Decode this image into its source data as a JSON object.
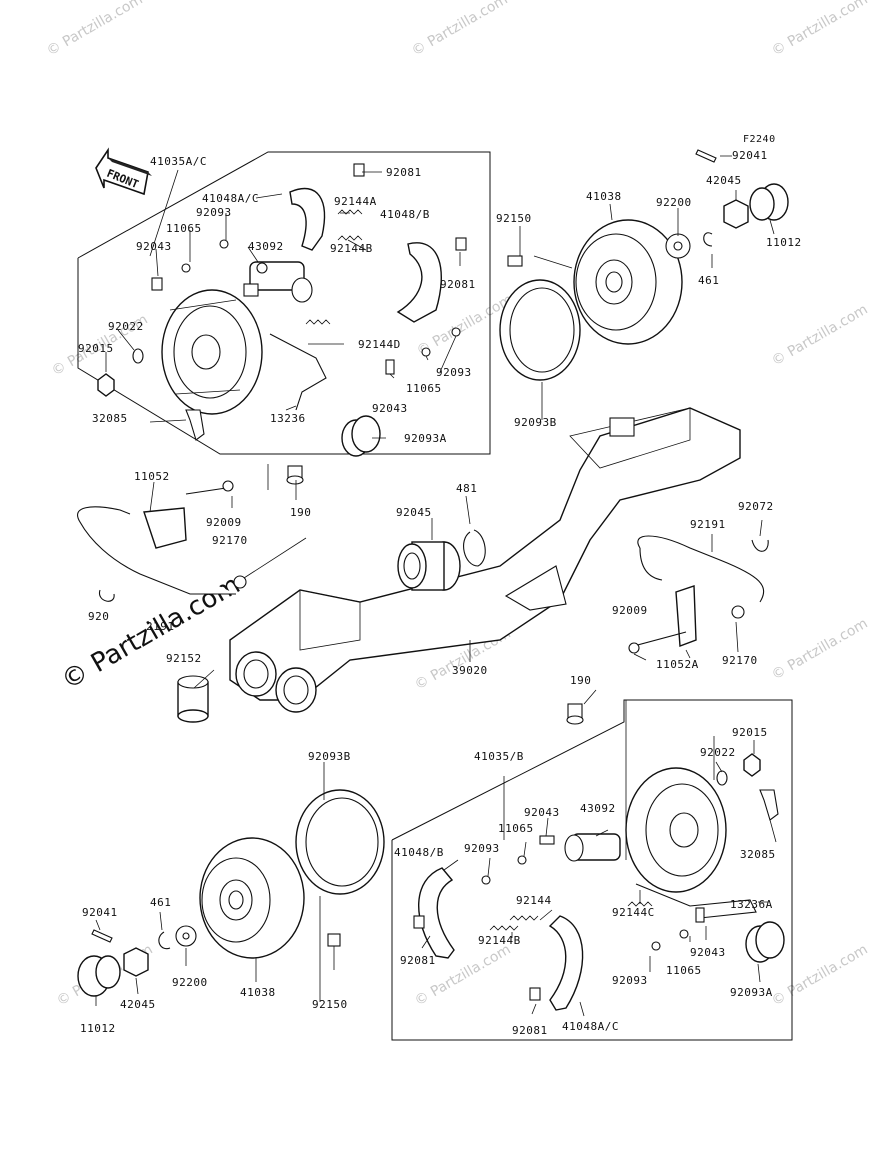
{
  "diagram": {
    "code": "F2240",
    "front_label": "FRONT",
    "watermark": "© Partzilla.com",
    "watermark_short": "© Partzilla",
    "labels": {
      "l41035ac": "41035A/C",
      "l92081a": "92081",
      "l41048ac_top": "41048A/C",
      "l92093_top": "92093",
      "l11065_top": "11065",
      "l92043_top": "92043",
      "l43092_top": "43092",
      "l92144a": "92144A",
      "l41048b_top": "41048/B",
      "l92144b_top": "92144B",
      "l92081b": "92081",
      "l92022_top": "92022",
      "l92015_top": "92015",
      "l92144d": "92144D",
      "l11065_top2": "11065",
      "l92093_top2": "92093",
      "l92043_top2": "92043",
      "l32085_top": "32085",
      "l13236": "13236",
      "l92093a_top": "92093A",
      "l92041_top": "92041",
      "l42045_top": "42045",
      "l41038_top": "41038",
      "l92200_top": "92200",
      "l92150_top": "92150",
      "l461_top": "461",
      "l11012_top": "11012",
      "l92093b_top": "92093B",
      "l11052": "11052",
      "l92009_left": "92009",
      "l190_top": "190",
      "l92170_left": "92170",
      "l92045": "92045",
      "l481": "481",
      "l92072": "92072",
      "l92191_right": "92191",
      "l92191_left": "2191",
      "l92072_left": "920",
      "l92009_right": "92009",
      "l11052a": "11052A",
      "l92170_right": "92170",
      "l92152": "92152",
      "l39020": "39020",
      "l190_bottom": "190",
      "l92015_bottom": "92015",
      "l92022_bottom": "92022",
      "l92093b_bottom": "92093B",
      "l41035b": "41035/B",
      "l43092_bottom": "43092",
      "l92043_bottom": "92043",
      "l11065_bottom": "11065",
      "l41048b_bottom": "41048/B",
      "l92093_bottom": "92093",
      "l32085_bottom": "32085",
      "l92144": "92144",
      "l92144c": "92144C",
      "l13236a": "13236A",
      "l92041_bottom": "92041",
      "l461_bottom": "461",
      "l92081_bottom1": "92081",
      "l92144b_bottom": "92144B",
      "l92043_bottom2": "92043",
      "l92200_bottom": "92200",
      "l41038_bottom": "41038",
      "l92150_bottom": "92150",
      "l11065_bottom2": "11065",
      "l92093a_bottom": "92093A",
      "l42045_bottom": "42045",
      "l92093_bottom2": "92093",
      "l11012_bottom": "11012",
      "l92081_bottom2": "92081",
      "l41048ac_bottom": "41048A/C"
    }
  }
}
